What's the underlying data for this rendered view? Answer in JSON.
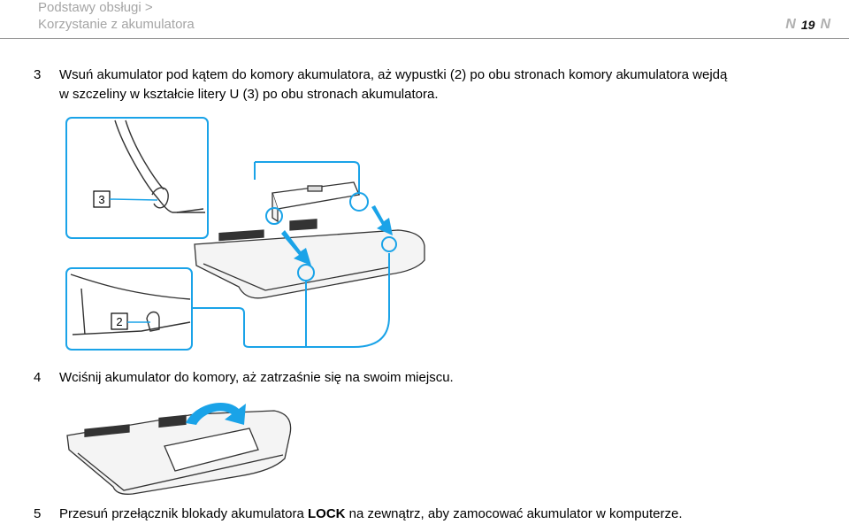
{
  "header": {
    "breadcrumb_line1": "Podstawy obsługi >",
    "breadcrumb_line2": "Korzystanie z akumulatora",
    "page_number": "19",
    "prev_glyph": "N",
    "next_glyph": "N"
  },
  "steps": [
    {
      "number": "3",
      "text_line1": "Wsuń akumulator pod kątem do komory akumulatora, aż wypustki (2) po obu stronach komory akumulatora wejdą",
      "text_line2": "w szczeliny w kształcie litery U (3) po obu stronach akumulatora."
    },
    {
      "number": "4",
      "text": "Wciśnij akumulator do komory, aż zatrzaśnie się na swoim miejscu."
    },
    {
      "number": "5",
      "text_before": "Przesuń przełącznik blokady akumulatora ",
      "text_bold": "LOCK",
      "text_after": " na zewnątrz, aby zamocować akumulator w komputerze."
    }
  ],
  "figure1": {
    "callout_3": "3",
    "callout_2": "2"
  },
  "colors": {
    "accent_blue": "#1aa3e8",
    "callout_border": "#000000"
  }
}
